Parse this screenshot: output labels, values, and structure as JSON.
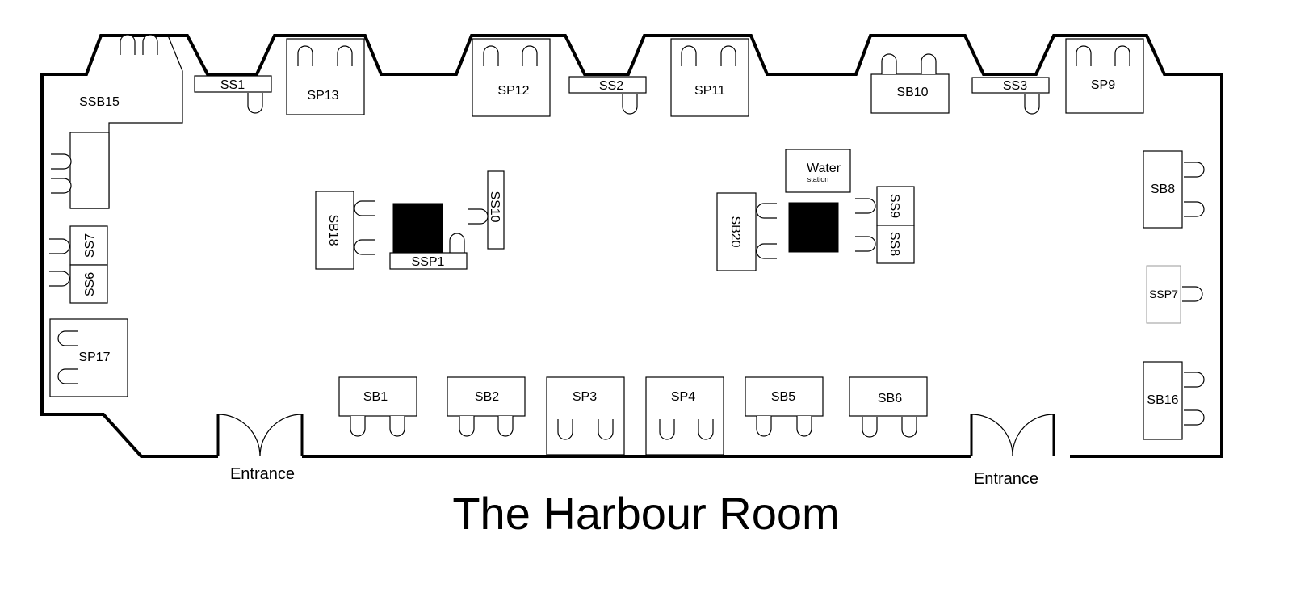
{
  "title": "The Harbour Room",
  "entrances": [
    "Entrance",
    "Entrance"
  ],
  "water_station": {
    "main": "Water",
    "sub": "station"
  },
  "stands": {
    "ssb15": "SSB15",
    "ss1": "SS1",
    "sp13": "SP13",
    "sp12": "SP12",
    "ss2": "SS2",
    "sp11": "SP11",
    "sb10": "SB10",
    "ss3": "SS3",
    "sp9": "SP9",
    "sb18": "SB18",
    "ss10": "SS10",
    "ssp1": "SSP1",
    "sb20": "SB20",
    "ss9": "SS9",
    "ss8": "SS8",
    "ss7": "SS7",
    "ss6": "SS6",
    "sp17": "SP17",
    "sb8": "SB8",
    "ssp7": "SSP7",
    "sb16": "SB16",
    "sb1": "SB1",
    "sb2": "SB2",
    "sp3": "SP3",
    "sp4": "SP4",
    "sb5": "SB5",
    "sb6": "SB6"
  }
}
